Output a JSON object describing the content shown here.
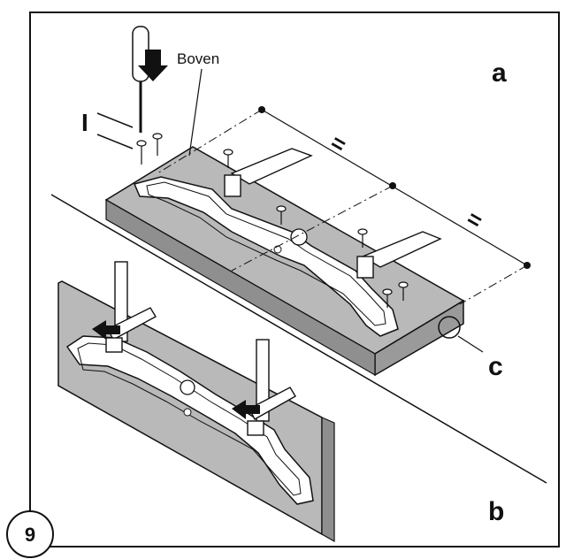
{
  "step": {
    "number": "9"
  },
  "labels": {
    "top": "Boven",
    "a": "a",
    "b": "b",
    "c": "c",
    "screw_callout": "I",
    "equal_1": "=",
    "equal_2": "="
  },
  "colors": {
    "panel": "#b9b9b9",
    "panel_edge": "#8a8a8a",
    "line": "#111111",
    "bracket": "#ffffff",
    "background": "#ffffff"
  }
}
